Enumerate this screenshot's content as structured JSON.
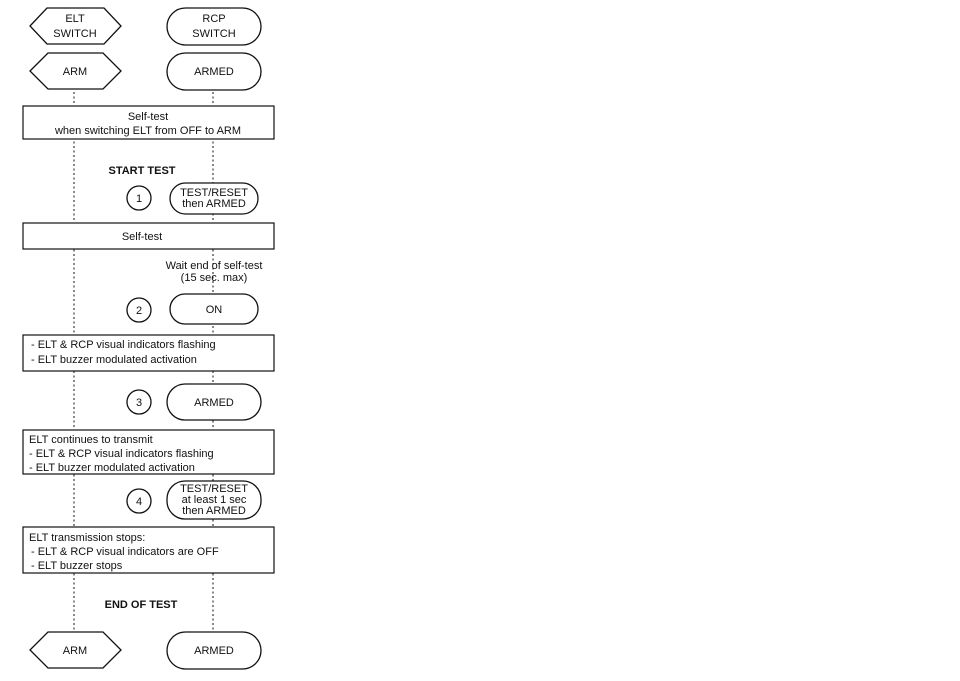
{
  "header": {
    "elt_switch": [
      "ELT",
      "SWITCH"
    ],
    "rcp_switch": [
      "RCP",
      "SWITCH"
    ]
  },
  "initial": {
    "elt": "ARM",
    "rcp": "ARMED"
  },
  "selftest_on_arm": [
    "Self-test",
    "when switching ELT from OFF to ARM"
  ],
  "start_test": "START TEST",
  "steps": [
    {
      "number": "1",
      "action": [
        "TEST/RESET",
        "then ARMED"
      ]
    },
    {
      "number": "2",
      "action": [
        "ON"
      ]
    },
    {
      "number": "3",
      "action": [
        "ARMED"
      ]
    },
    {
      "number": "4",
      "action": [
        "TEST/RESET",
        "at least 1 sec",
        "then ARMED"
      ]
    }
  ],
  "selftest": "Self-test",
  "wait": [
    "Wait end of self-test",
    "(15 sec. max)"
  ],
  "result_on": [
    "- ELT & RCP visual indicators flashing",
    "- ELT buzzer modulated activation"
  ],
  "result_armed": [
    "ELT continues to transmit",
    "- ELT & RCP visual indicators flashing",
    "- ELT buzzer modulated activation"
  ],
  "result_stop": [
    "ELT transmission stops:",
    "- ELT & RCP visual indicators are OFF",
    "- ELT buzzer stops"
  ],
  "end_test": "END OF TEST",
  "final": {
    "elt": "ARM",
    "rcp": "ARMED"
  }
}
